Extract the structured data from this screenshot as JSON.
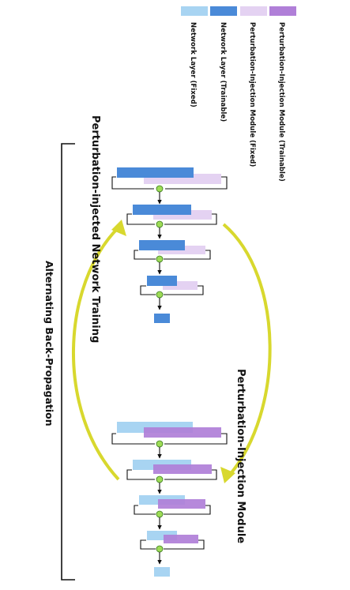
{
  "legend": {
    "items": [
      {
        "label": "Perturbation-Injection Module (Trainable)",
        "color": "#b07fd8"
      },
      {
        "label": "Perturbation-Injection Module (Fixed)",
        "color": "#e4d2f2"
      },
      {
        "label": "Network Layer (Trainable)",
        "color": "#4a8ad8"
      },
      {
        "label": "Network Layer (Fixed)",
        "color": "#a8d4f2"
      }
    ]
  },
  "labels": {
    "network_training": "Perturbation-injected Network Training",
    "module_training": "Perturbation-Injection Module",
    "alternating": "Alternating Back-Propagation"
  },
  "colors": {
    "arrow_yellow": "#d8d82e",
    "plus_green": "#9edc56",
    "line": "#111111"
  }
}
